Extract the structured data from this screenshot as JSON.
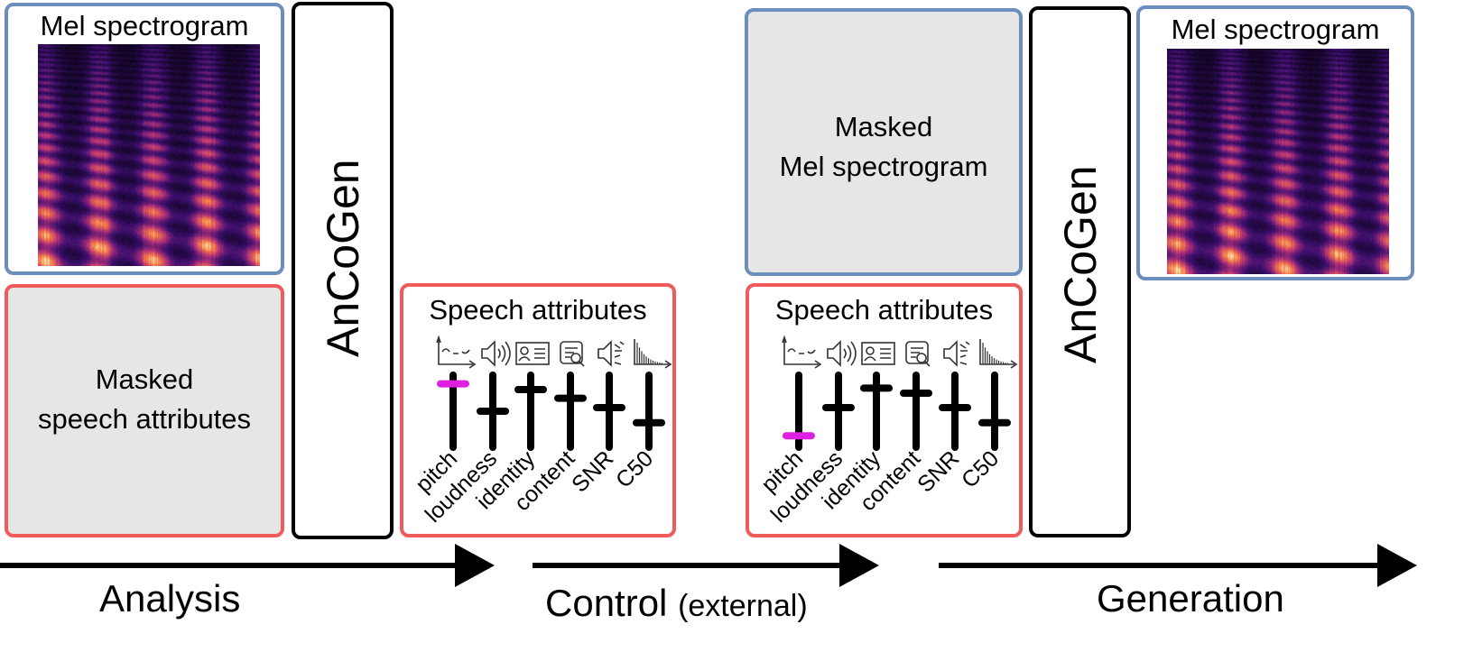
{
  "colors": {
    "blue_border": "#6c8ebf",
    "red_border": "#f05a5a",
    "grey_fill": "#e6e6e6",
    "slider": "#000000",
    "selected_knob": "#e020e0"
  },
  "analysis": {
    "mel_title": "Mel spectrogram",
    "masked_attr_line1": "Masked",
    "masked_attr_line2": "speech attributes",
    "model_name": "AnCoGen",
    "attrs_title": "Speech attributes"
  },
  "generation": {
    "masked_mel_line1": "Masked",
    "masked_mel_line2": "Mel spectrogram",
    "attrs_title": "Speech attributes",
    "model_name": "AnCoGen",
    "mel_title": "Mel spectrogram"
  },
  "attributes": [
    {
      "label": "pitch",
      "icon": "pitch-contour-icon",
      "knob_left": 0.12,
      "knob_right": 0.84
    },
    {
      "label": "loudness",
      "icon": "speaker-icon",
      "knob_left": 0.5,
      "knob_right": 0.45
    },
    {
      "label": "identity",
      "icon": "id-card-icon",
      "knob_left": 0.2,
      "knob_right": 0.18
    },
    {
      "label": "content",
      "icon": "document-search-icon",
      "knob_left": 0.32,
      "knob_right": 0.25
    },
    {
      "label": "SNR",
      "icon": "speaker-noise-icon",
      "knob_left": 0.45,
      "knob_right": 0.45
    },
    {
      "label": "C50",
      "icon": "reverb-decay-icon",
      "knob_left": 0.66,
      "knob_right": 0.66
    }
  ],
  "phases": {
    "analysis": "Analysis",
    "control": "Control",
    "control_note": "(external)",
    "generation": "Generation"
  }
}
